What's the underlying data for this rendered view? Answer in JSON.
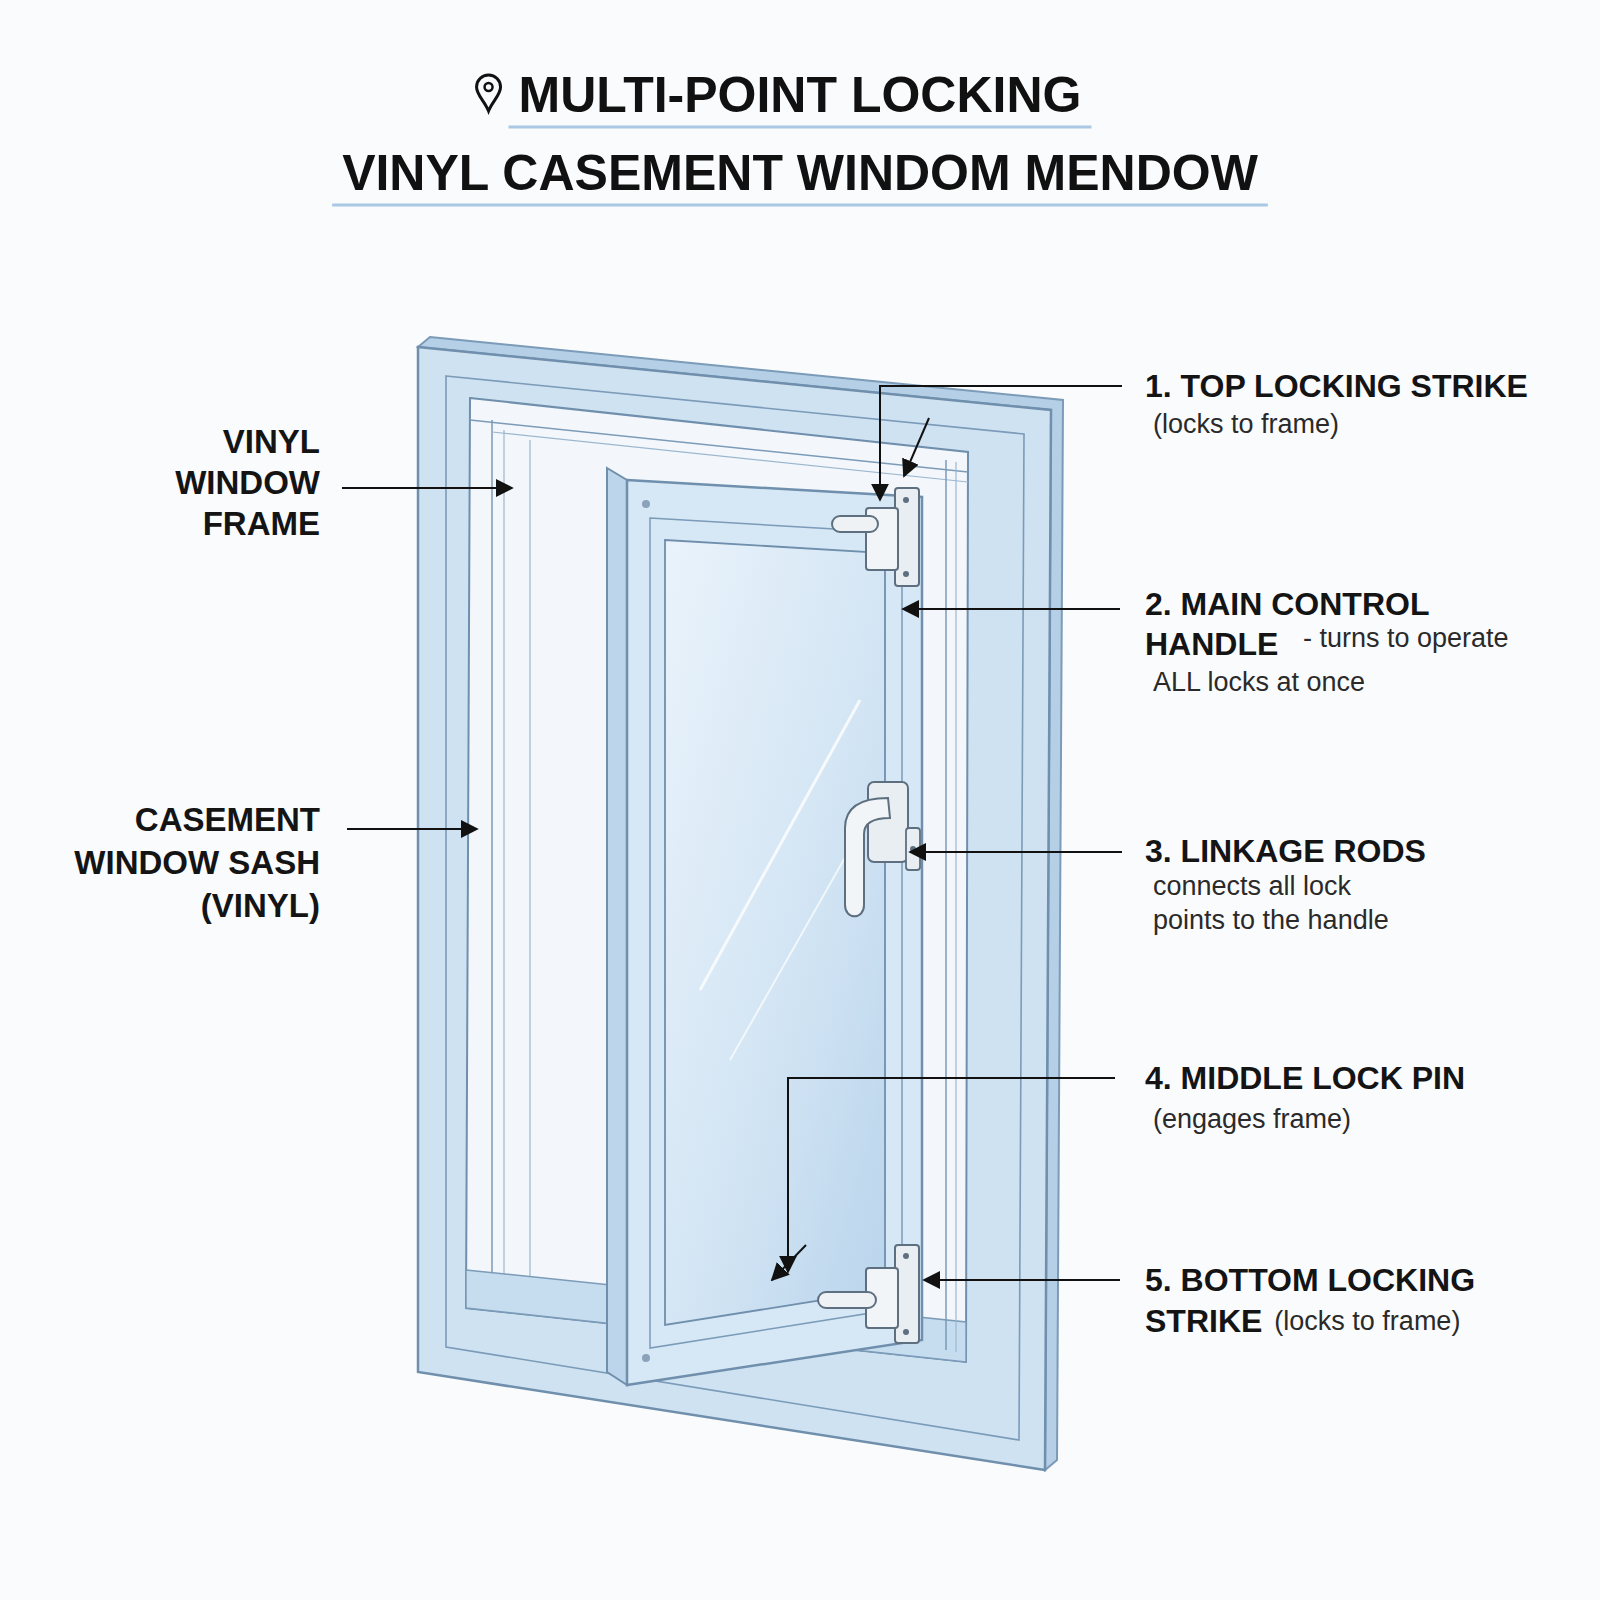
{
  "diagram": {
    "title": "MULTI-POINT LOCKING VINYL CASEMENT WINDOM MENDOW",
    "labels": [
      "VINYL WINDOW FRAME",
      "CASEMENT WINDOW SASH (VINYL)",
      "1. TOP LOCKING STRIKE",
      "(locks to frame)",
      "2. MAIN CONTROL HANDLE",
      "- turns to operate ALL locks at once",
      "3. LINKAGE RODS",
      "connects all lock points to the handle",
      "4. MIDDLE LOCK PIN",
      "(engages frame)",
      "5. BOTTOM LOCKING STRIKE",
      "(locks to frame)"
    ]
  }
}
